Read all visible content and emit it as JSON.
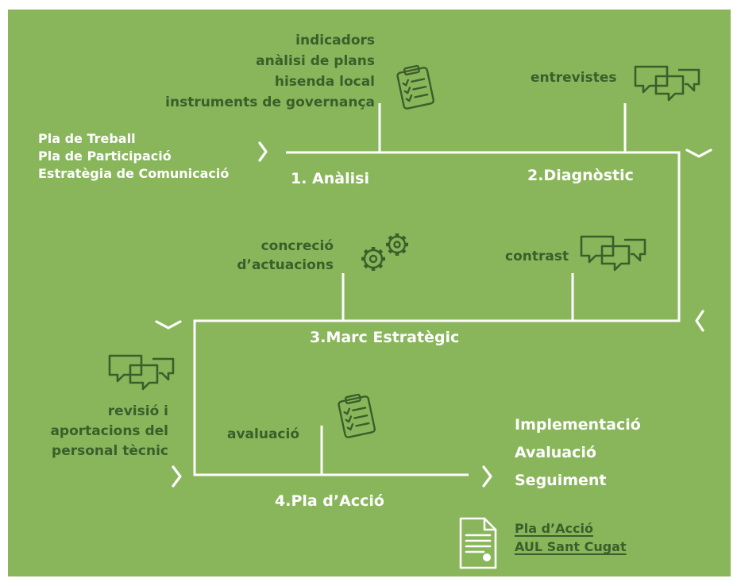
{
  "colors": {
    "background": "#89b65b",
    "path_line": "#ffffff",
    "icon_dark": "#3b5e2a",
    "text_dark": "#3b5e2a",
    "text_light": "#ffffff"
  },
  "stages": [
    {
      "id": "analisi",
      "title": "1. Anàlisi"
    },
    {
      "id": "diagnostic",
      "title": "2.Diagnòstic"
    },
    {
      "id": "marc",
      "title": "3.Marc Estratègic"
    },
    {
      "id": "pla",
      "title": "4.Pla d’Acció"
    }
  ],
  "inputs": [
    "Pla de Treball",
    "Pla de Participació",
    "Estratègia de Comunicació"
  ],
  "annotations": {
    "analisi": [
      "indicadors",
      "anàlisi de plans",
      "hisenda local",
      "instruments de governança"
    ],
    "entrevistes": "entrevistes",
    "concrecio": [
      "concreció",
      "d’actuacions"
    ],
    "contrast": "contrast",
    "revisio": [
      "revisió i",
      "aportacions del",
      "personal tècnic"
    ],
    "avaluacio": "avaluació"
  },
  "outcomes": [
    "Implementació",
    "Avaluació",
    "Seguiment"
  ],
  "document_link": [
    "Pla d’Acció",
    "AUL Sant Cugat"
  ],
  "icons": {
    "clipboard_top": "clipboard-checklist-icon",
    "chat_top": "chat-bubbles-icon",
    "gears": "gears-icon",
    "chat_mid": "chat-bubbles-icon",
    "chat_left": "chat-bubbles-icon",
    "clipboard_bottom": "clipboard-checklist-icon",
    "document": "document-icon"
  }
}
